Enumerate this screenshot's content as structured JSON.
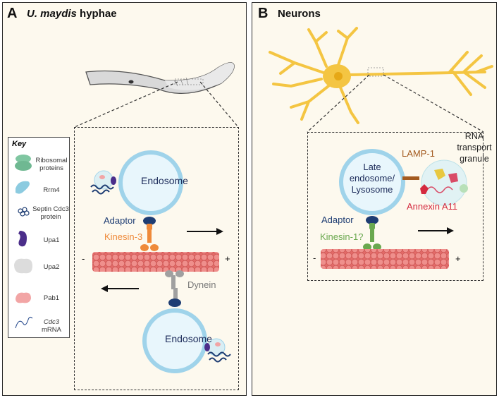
{
  "panelA": {
    "letter": "A",
    "title_italic": "U. maydis",
    "title_rest": " hyphae",
    "key": {
      "title": "Key",
      "items": [
        {
          "label1": "Ribosomal",
          "label2": "proteins"
        },
        {
          "label1": "Rrm4",
          "label2": ""
        },
        {
          "label1": "Septin Cdc3",
          "label2": "protein"
        },
        {
          "label1": "Upa1",
          "label2": ""
        },
        {
          "label1": "Upa2",
          "label2": ""
        },
        {
          "label1": "Pab1",
          "label2": ""
        },
        {
          "label1": "Cdc3",
          "label2": "mRNA"
        }
      ]
    },
    "endosome_top": "Endosome",
    "endosome_bottom": "Endosome",
    "adaptor": "Adaptor",
    "kinesin": "Kinesin-3",
    "dynein": "Dynein",
    "minus": "-",
    "plus": "+"
  },
  "panelB": {
    "letter": "B",
    "title": "Neurons",
    "endosome_line1": "Late",
    "endosome_line2": "endosome/",
    "endosome_line3": "Lysosome",
    "lamp": "LAMP-1",
    "granule1": "RNA",
    "granule2": "transport",
    "granule3": "granule",
    "annexin": "Annexin A11",
    "adaptor": "Adaptor",
    "kinesin": "Kinesin-1?",
    "minus": "-",
    "plus": "+"
  },
  "colors": {
    "panel_bg": "#fdf9ee",
    "endosome_ring": "#9fd3ea",
    "endosome_fill": "#e8f6fc",
    "adaptor": "#1e3d73",
    "kinesin3": "#ef8a3a",
    "kinesin1": "#6aa84f",
    "dynein": "#a0a0a0",
    "microtubule": "#e8716f",
    "neuron": "#f4c542",
    "lamp": "#a35a1f",
    "annexin": "#d42a3f"
  }
}
